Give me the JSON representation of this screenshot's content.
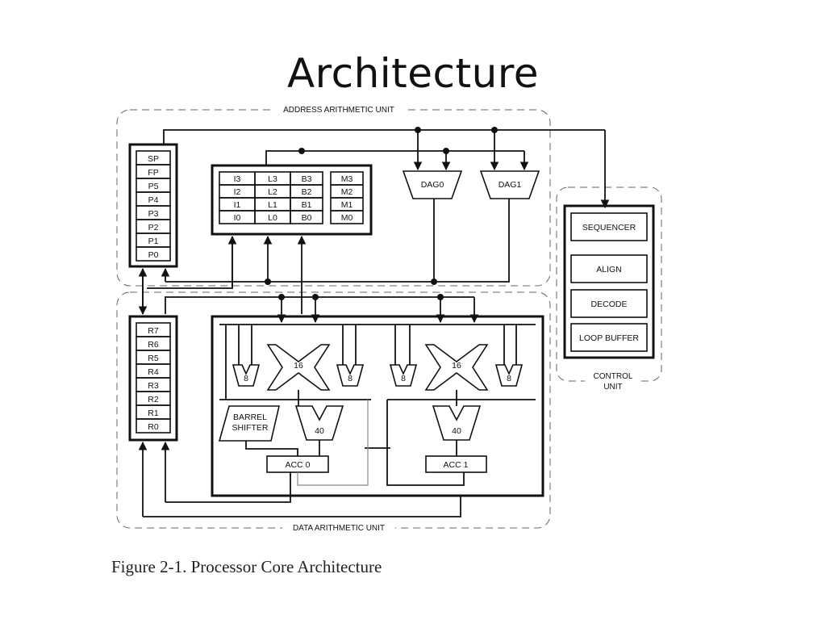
{
  "slide": {
    "title": "Architecture"
  },
  "caption": "Figure 2-1. Processor Core Architecture",
  "units": {
    "address": "ADDRESS ARITHMETIC UNIT",
    "data": "DATA ARITHMETIC UNIT",
    "control_line1": "CONTROL",
    "control_line2": "UNIT"
  },
  "pointer_regs": [
    "SP",
    "FP",
    "P5",
    "P4",
    "P3",
    "P2",
    "P1",
    "P0"
  ],
  "dag_regs": {
    "I": [
      "I3",
      "I2",
      "I1",
      "I0"
    ],
    "L": [
      "L3",
      "L2",
      "L1",
      "L0"
    ],
    "B": [
      "B3",
      "B2",
      "B1",
      "B0"
    ],
    "M": [
      "M3",
      "M2",
      "M1",
      "M0"
    ]
  },
  "dags": [
    "DAG0",
    "DAG1"
  ],
  "data_regs": [
    "R7",
    "R6",
    "R5",
    "R4",
    "R3",
    "R2",
    "R1",
    "R0"
  ],
  "control_blocks": [
    "SEQUENCER",
    "ALIGN",
    "DECODE",
    "LOOP BUFFER"
  ],
  "datapath": {
    "mult_width": "16",
    "alu8": "8",
    "adder40": "40",
    "barrel_line1": "BARREL",
    "barrel_line2": "SHIFTER",
    "acc0": "ACC 0",
    "acc1": "ACC 1"
  }
}
